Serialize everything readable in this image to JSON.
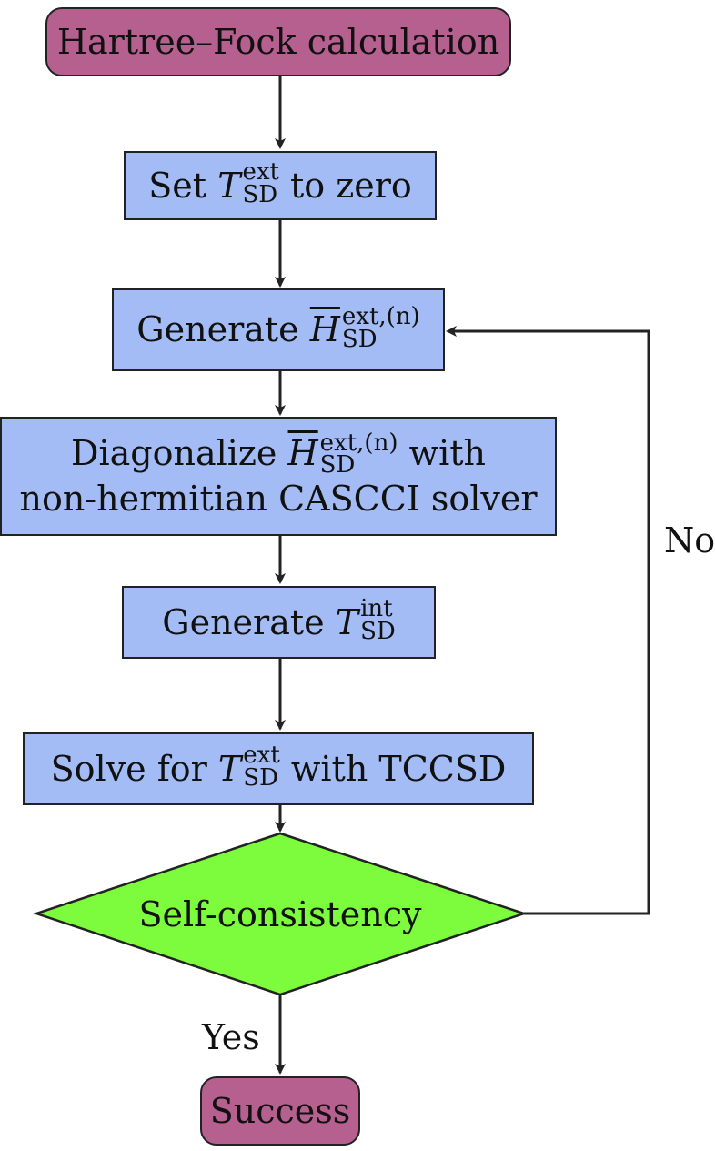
{
  "nodes": {
    "start": {
      "text": "Hartree–Fock calculation"
    },
    "set_zero": {
      "pre": "Set",
      "symbol": "T",
      "sup": "ext",
      "sub": "SD",
      "post": "to zero"
    },
    "generate_h": {
      "pre": "Generate",
      "symbol": "H",
      "sup": "ext,(n)",
      "sub": "SD"
    },
    "diagonalize": {
      "pre": "Diagonalize",
      "symbol": "H",
      "sup": "ext,(n)",
      "sub": "SD",
      "post": "with",
      "line2": "non-hermitian CASCCI solver"
    },
    "generate_t": {
      "pre": "Generate",
      "symbol": "T",
      "sup": "int",
      "sub": "SD"
    },
    "solve": {
      "pre": "Solve for",
      "symbol": "T",
      "sup": "ext",
      "sub": "SD",
      "post": "with TCCSD"
    },
    "decision": {
      "text": "Self-consistency"
    },
    "end": {
      "text": "Success"
    }
  },
  "edge_labels": {
    "no": "No",
    "yes": "Yes"
  },
  "colors": {
    "terminal": "#b5608f",
    "process": "#a4bcf6",
    "decision": "#7cfc3c",
    "stroke": "#222222"
  }
}
